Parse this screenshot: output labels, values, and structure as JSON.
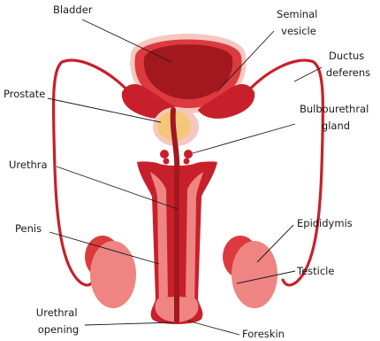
{
  "colors": {
    "deep_red": "#a3171f",
    "red": "#c8202a",
    "mid_red": "#dc3a3e",
    "pink": "#ee8583",
    "light_pink": "#f5c7c0",
    "prostate_yellow": "#f4c77a",
    "background": "#ffffff",
    "text": "#1a1a1a"
  },
  "labels": {
    "bladder": "Bladder",
    "seminal_vesicle": [
      "Seminal",
      "vesicle"
    ],
    "ductus_deferens": [
      "Ductus",
      "deferens"
    ],
    "prostate": "Prostate",
    "bulbourethral_gland": [
      "Bulbourethral",
      "gland"
    ],
    "urethra": "Urethra",
    "penis": "Penis",
    "epididymis": "Epididymis",
    "testicle": "Testicle",
    "urethral_opening": [
      "Urethral",
      "opening"
    ],
    "foreskin": "Foreskin"
  }
}
